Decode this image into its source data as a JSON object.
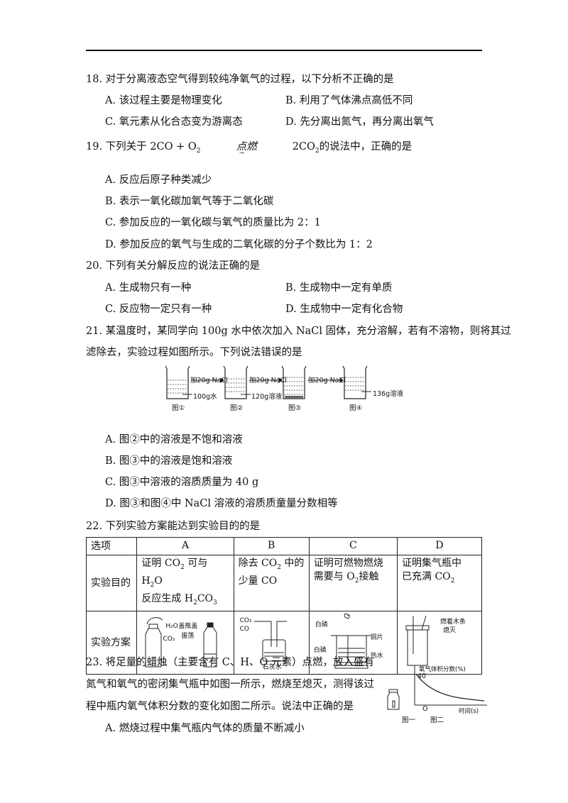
{
  "q18": {
    "stem": "18. 对于分离液态空气得到较纯净氧气的过程，以下分析不正确的是",
    "A": "A. 该过程主要是物理变化",
    "B": "B. 利用了气体沸点高低不同",
    "C": "C. 氧元素从化合态变为游离态",
    "D": "D. 先分离出氮气，再分离出氧气"
  },
  "q19": {
    "stem_pre": "19. 下列关于 2CO + O",
    "o2_sub": "2",
    "condition": "点燃",
    "product": "2CO",
    "product_sub": "2",
    "stem_post": "的说法中，正确的是",
    "A": "A. 反应后原子种类减少",
    "B": "B. 表示一氧化碳加氧气等于二氧化碳",
    "C": "C. 参加反应的一氧化碳与氧气的质量比为 2：1",
    "D": "D. 参加反应的氧气与生成的二氧化碳的分子个数比为 1：2"
  },
  "q20": {
    "stem": "20. 下列有关分解反应的说法正确的是",
    "A": "A. 生成物只有一种",
    "B": "B. 生成物中一定有单质",
    "C": "C. 反应物一定只有一种",
    "D": "D. 生成物中一定有化合物"
  },
  "q21": {
    "stem1": "21. 某温度时，某同学向 100g 水中依次加入 NaCl 固体，充分溶解，若有不溶物，则将其过",
    "stem2": "滤除去，实验过程如图所示。下列说法错误的是",
    "fig": {
      "add1": "加20g NaCl",
      "add2": "加20g NaCl",
      "add3": "加20g NaCl",
      "water": "100g水",
      "sol2": "120g溶液",
      "sol4": "136g溶液",
      "cap1": "图①",
      "cap2": "图②",
      "cap3": "图③",
      "cap4": "图④"
    },
    "A": "A. 图②中的溶液是不饱和溶液",
    "B": "B. 图③中的溶液是饱和溶液",
    "C": "C. 图③中溶液的溶质质量为 40 g",
    "D": "D. 图③和图④中 NaCl 溶液的溶质质童量分数相等"
  },
  "q22": {
    "stem": "22. 下列实验方案能达到实验目的的是",
    "head": [
      "选项",
      "A",
      "B",
      "C",
      "D"
    ],
    "row1_label": "实验目的",
    "purpose": {
      "A1": "证明 CO",
      "A1s": "2",
      "A2": " 可与 H",
      "A2s": "2",
      "A3": "O",
      "A4": "反应生成 H",
      "A4s": "2",
      "A5": "CO",
      "A5s": "3",
      "B1": "除去 CO",
      "B1s": "2",
      "B2": " 中的",
      "B3": "少量 CO",
      "C1": "证明可燃物燃烧",
      "C2": "需要与 O",
      "C2s": "2",
      "C3": "接触",
      "D1": "证明集气瓶中",
      "D2": "已充满 CO",
      "D2s": "2"
    },
    "row2_label": "实验方案",
    "figs": {
      "A_h2o": "H₂O",
      "A_cap": "盖瓶盖",
      "A_shake": "振荡",
      "A_co2": "CO₂",
      "B_co2": "CO₂",
      "B_co": "CO",
      "B_lime": "石灰水",
      "C_p1": "白磷",
      "C_p2": "白磷",
      "C_cu": "铜片",
      "C_water": "热水",
      "D_stick1": "燃着木条",
      "D_stick2": "熄灭"
    }
  },
  "q23": {
    "stem1": "23. 将足量的蜡烛（主要含有 C、H、O 元素）点燃，放入盛有",
    "stem2": "氮气和氧气的密闭集气瓶中如图一所示，燃烧至熄灭，测得该过",
    "stem3": "程中瓶内氧气体积分数的变化如图二所示。说法中正确的是",
    "A": "A. 燃烧过程中集气瓶内气体的质量不断减小",
    "fig": {
      "ylabel": "氧气体积分数(%)",
      "y40": "40",
      "origin": "O",
      "xlabel": "时间(s)",
      "cap1": "图一",
      "cap2": "图二"
    }
  }
}
